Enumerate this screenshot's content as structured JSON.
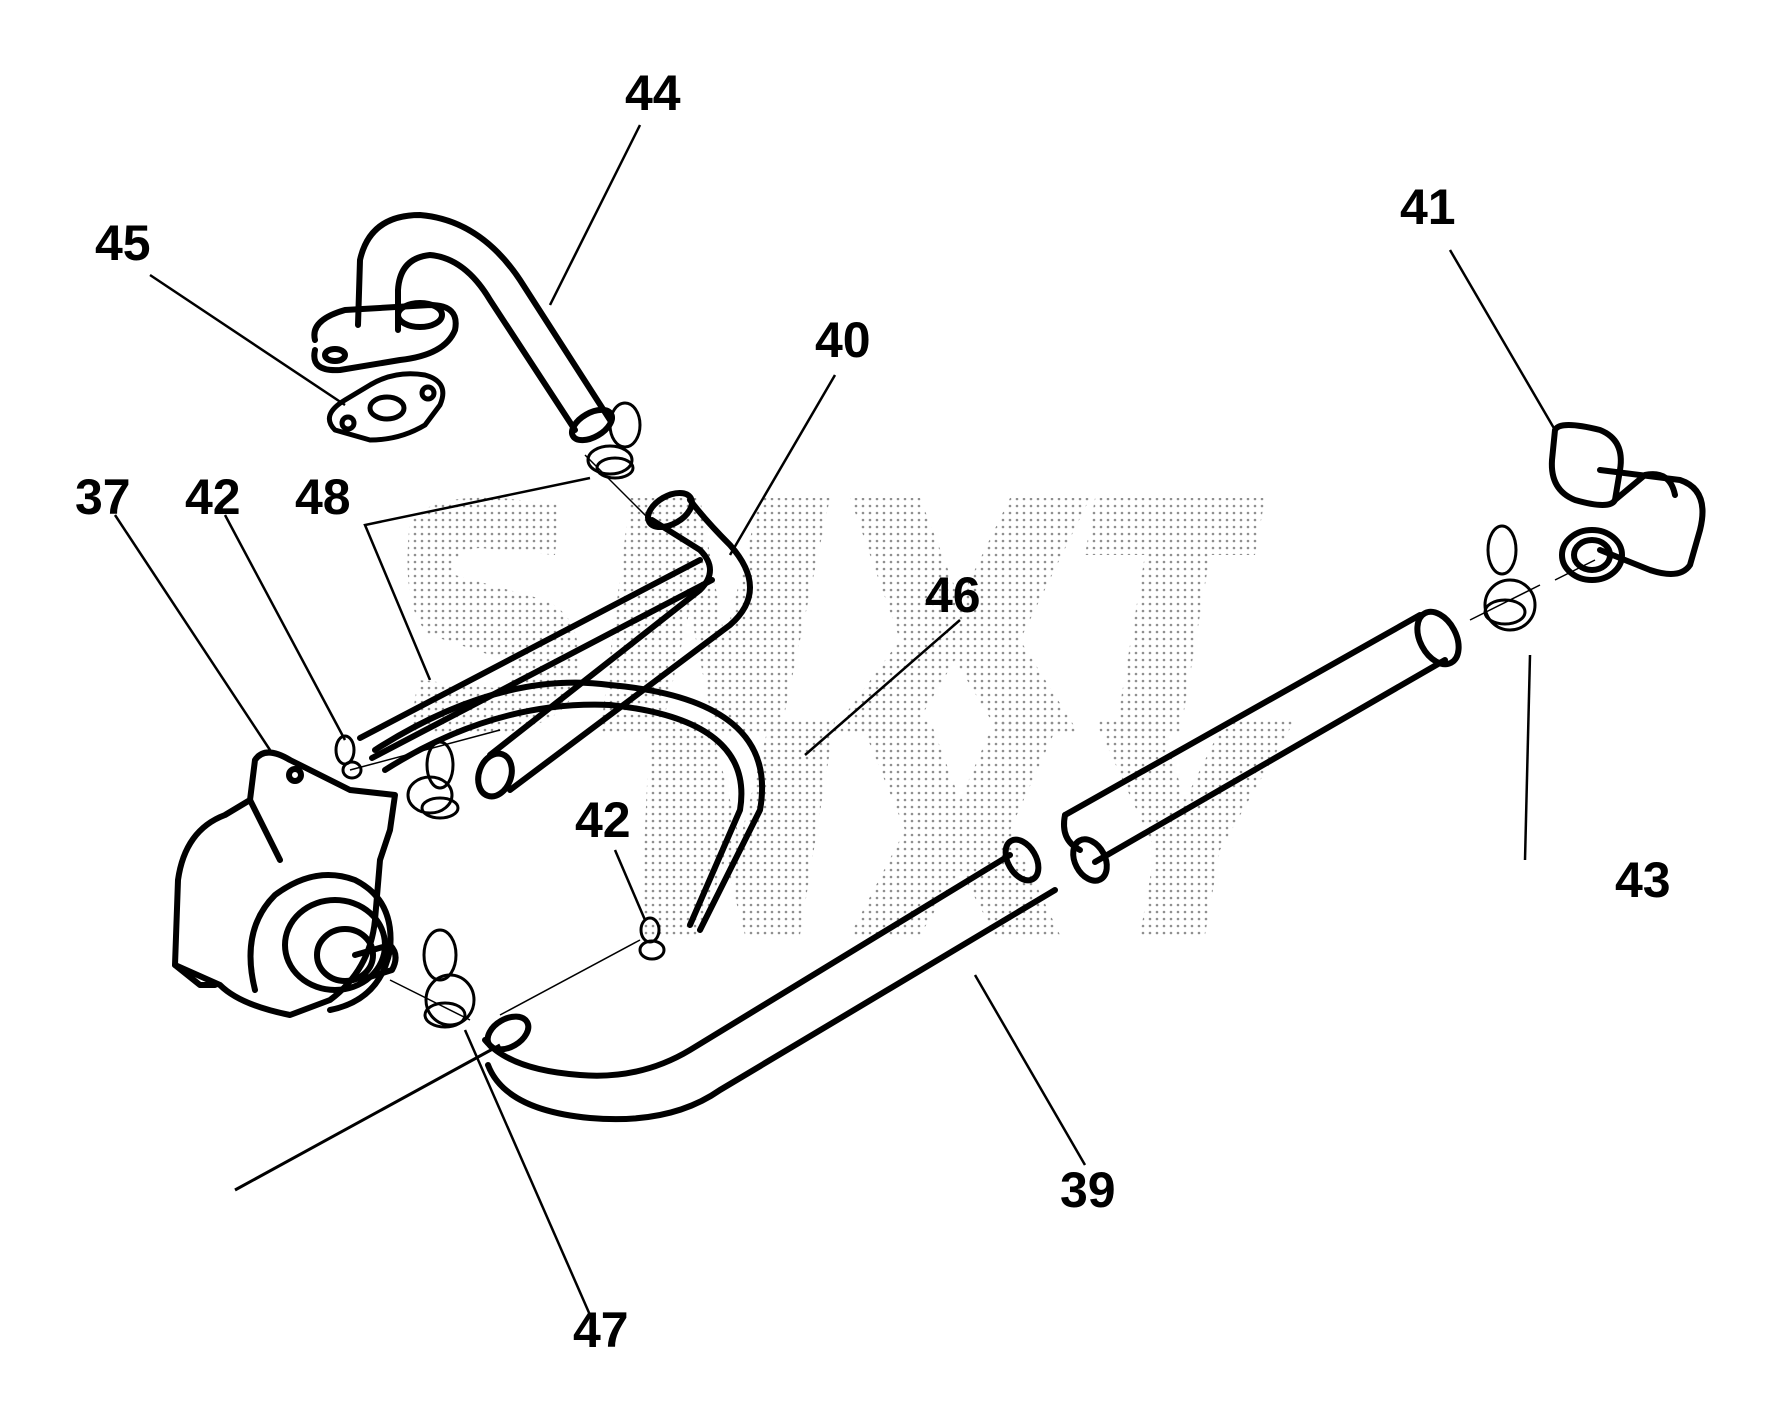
{
  "callouts": [
    {
      "id": "44",
      "label": "44"
    },
    {
      "id": "45",
      "label": "45"
    },
    {
      "id": "41",
      "label": "41"
    },
    {
      "id": "40",
      "label": "40"
    },
    {
      "id": "37",
      "label": "37"
    },
    {
      "id": "42a",
      "label": "42"
    },
    {
      "id": "48",
      "label": "48"
    },
    {
      "id": "46",
      "label": "46"
    },
    {
      "id": "42b",
      "label": "42"
    },
    {
      "id": "43",
      "label": "43"
    },
    {
      "id": "39",
      "label": "39"
    },
    {
      "id": "47",
      "label": "47"
    }
  ],
  "colors": {
    "ink": "#000000",
    "background": "#ffffff",
    "watermark": "#9a9a9a"
  }
}
